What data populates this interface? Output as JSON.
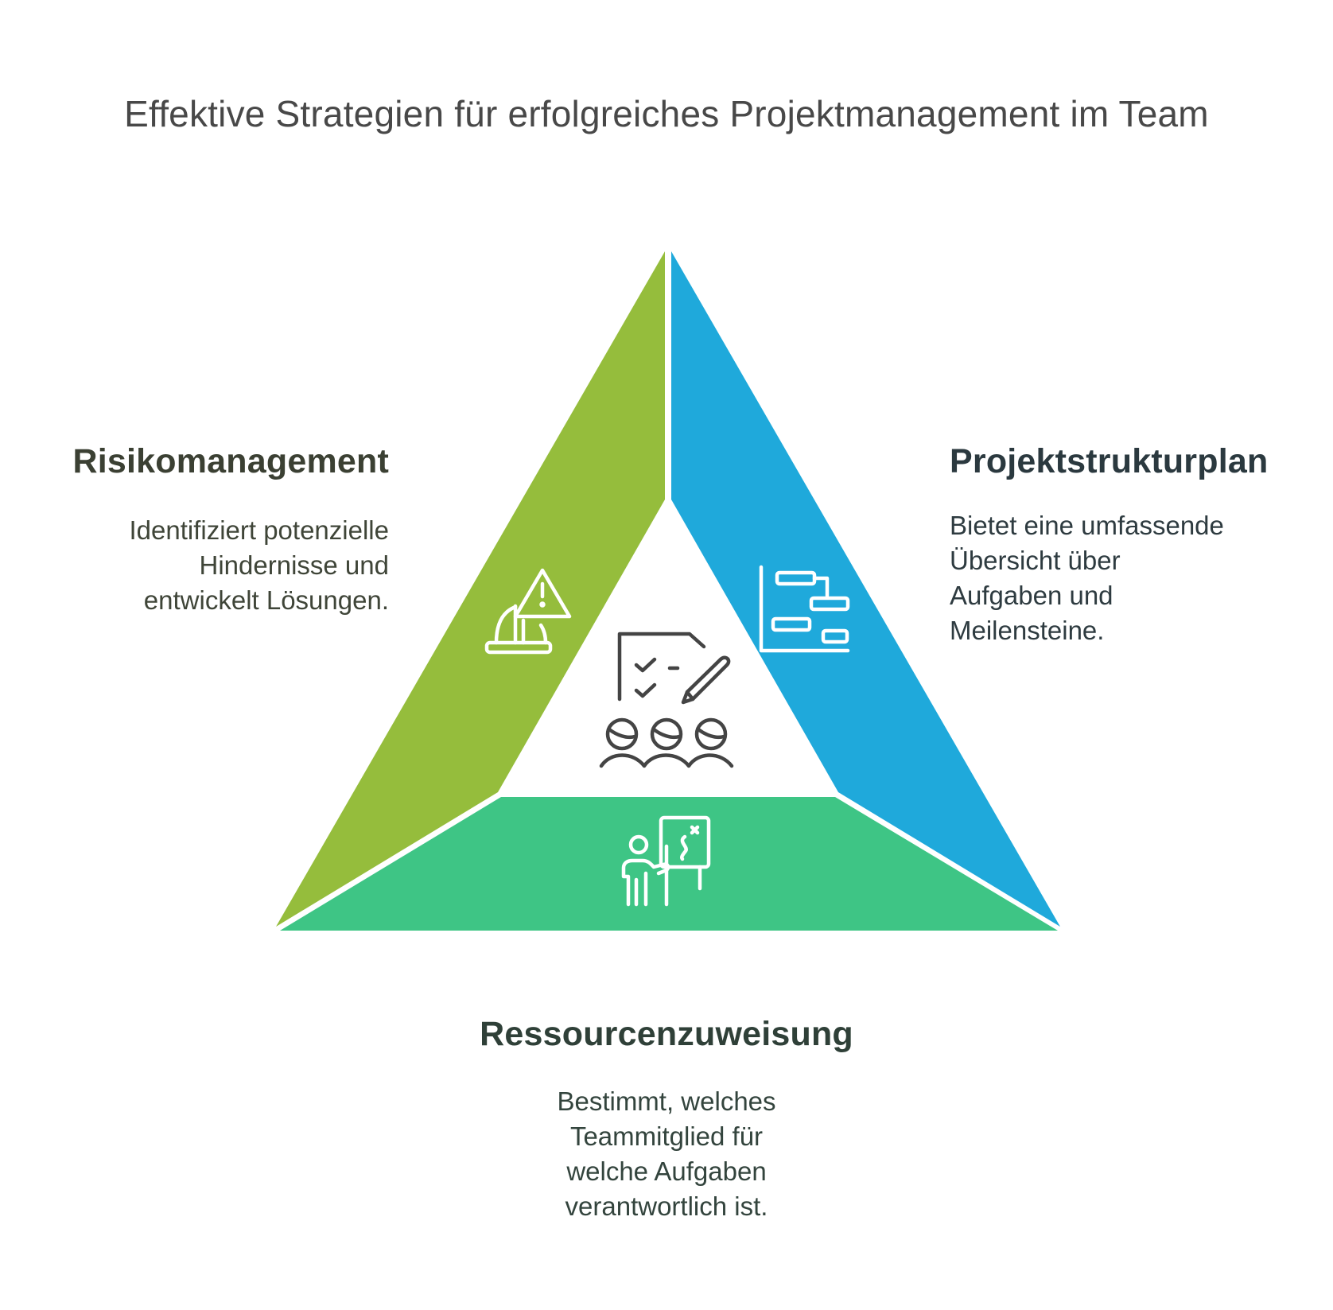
{
  "title": "Effektive Strategien für erfolgreiches Projektmanagement im Team",
  "colors": {
    "risk": "#95bd3c",
    "structure": "#1fa9db",
    "resources": "#3ec585",
    "center_icon": "#444444",
    "segment_icon": "#ffffff"
  },
  "segments": [
    {
      "id": "risk",
      "heading": "Risikomanagement",
      "description": [
        "Identifiziert potenzielle",
        "Hindernisse und",
        "entwickelt Lösungen."
      ],
      "icon": "hardhat-warning-icon"
    },
    {
      "id": "structure",
      "heading": "Projektstrukturplan",
      "description": [
        "Bietet eine umfassende",
        "Übersicht über",
        "Aufgaben und",
        "Meilensteine."
      ],
      "icon": "gantt-chart-icon"
    },
    {
      "id": "resources",
      "heading": "Ressourcenzuweisung",
      "description": [
        "Bestimmt, welches",
        "Teammitglied für",
        "welche Aufgaben",
        "verantwortlich ist."
      ],
      "icon": "presenter-whiteboard-icon"
    }
  ],
  "center": {
    "icon": "team-checklist-icon"
  }
}
